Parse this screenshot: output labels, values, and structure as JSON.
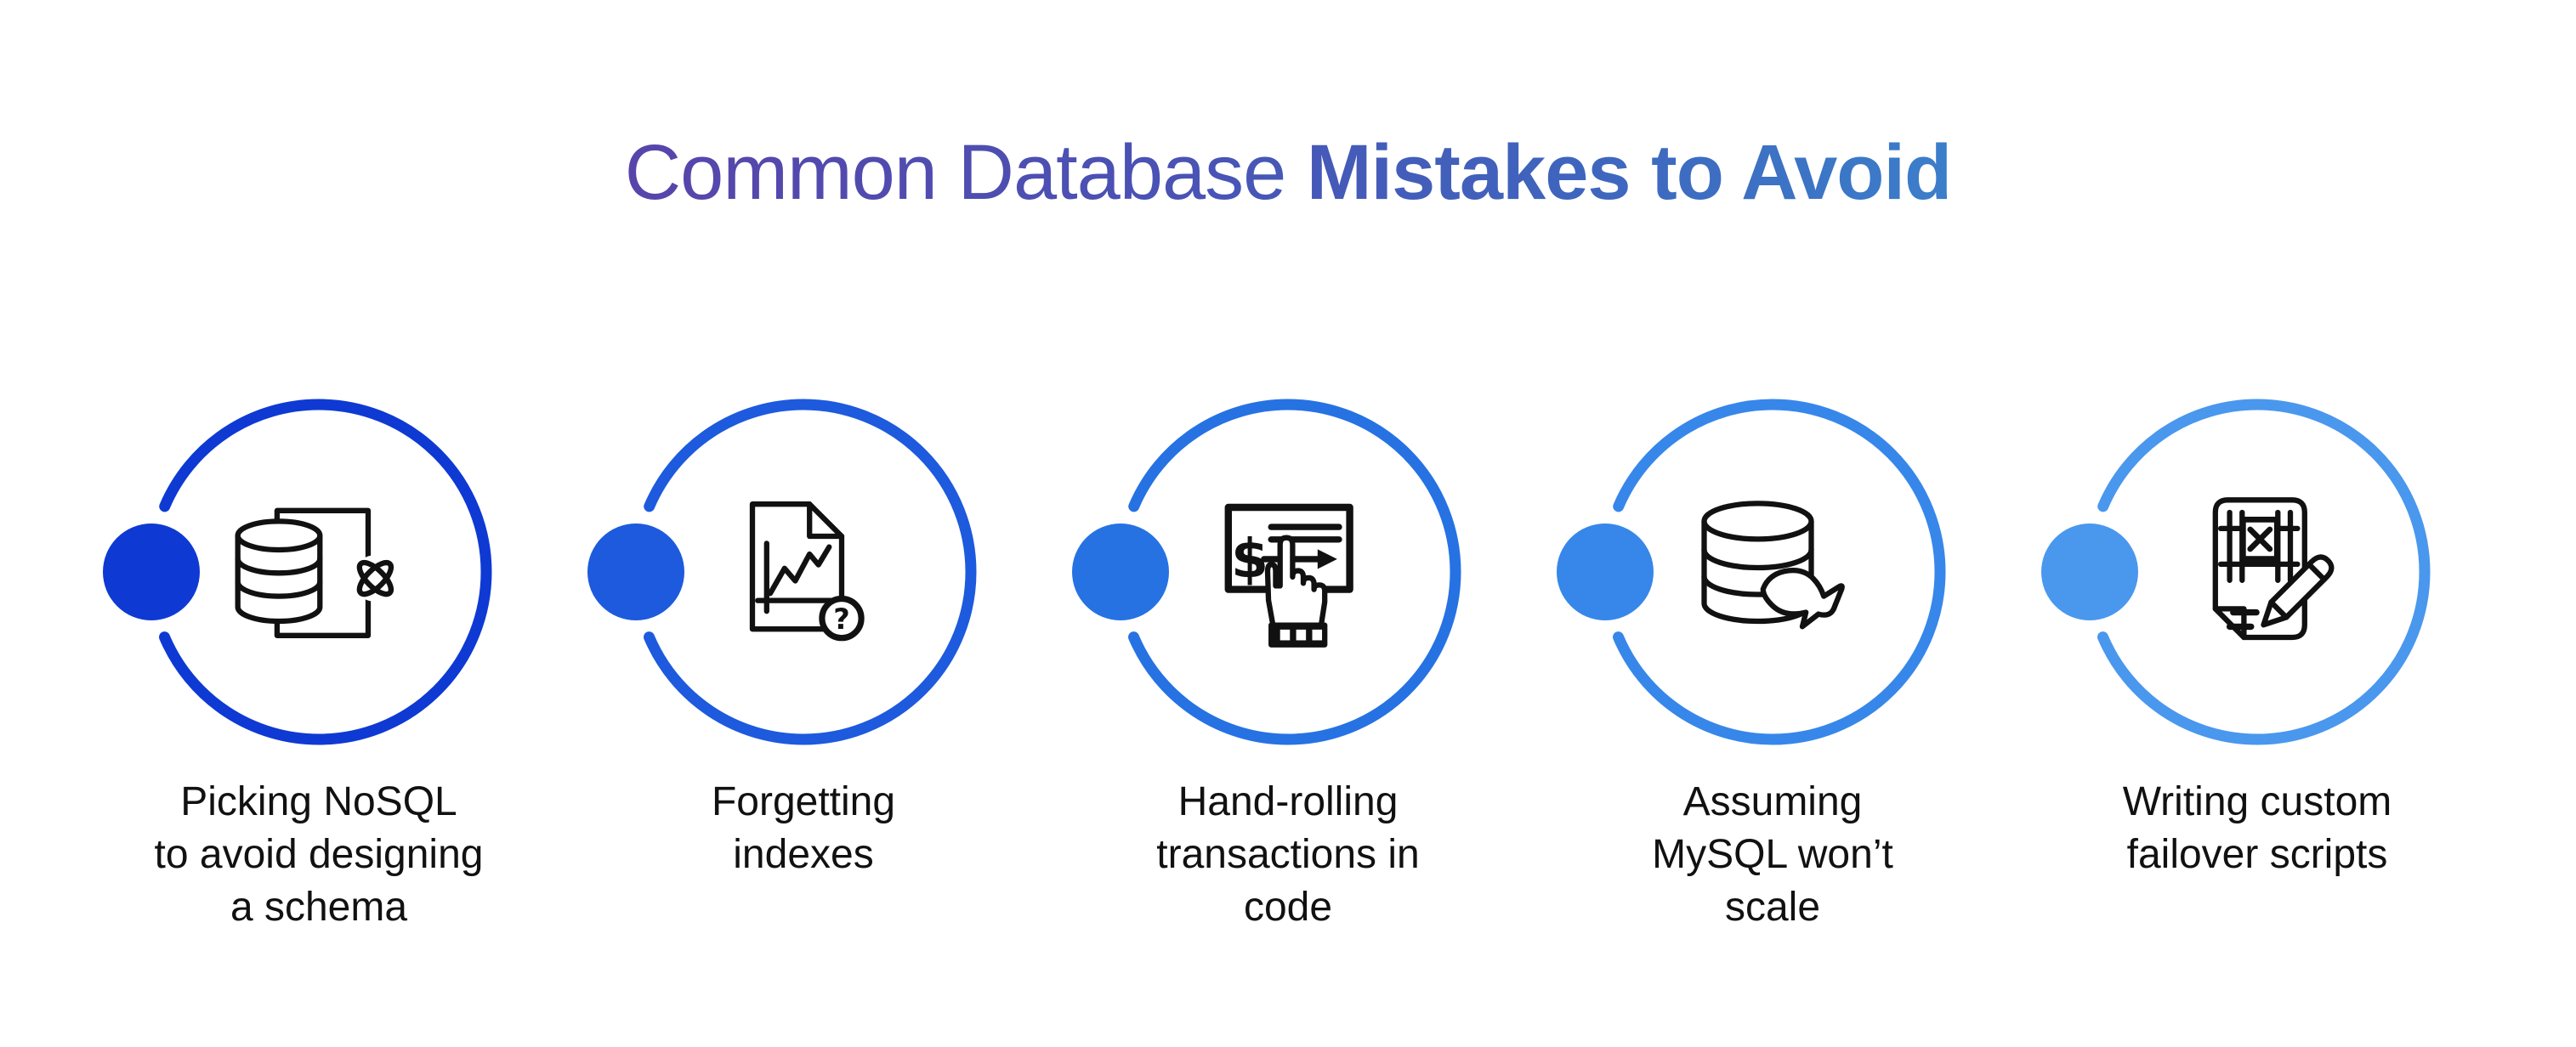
{
  "title": {
    "text_regular": "Common Database",
    "text_bold": "Mistakes to Avoid",
    "gradient_start": "#5B41A7",
    "gradient_mid1": "#4A52B4",
    "gradient_mid2": "#3E66BE",
    "gradient_end": "#3B82CC"
  },
  "items": [
    {
      "label": "Picking NoSQL\nto avoid designing\na schema",
      "color": "#0E3AD3",
      "icon": "database-document-atom-icon"
    },
    {
      "label": "Forgetting\nindexes",
      "color": "#1D5ADD",
      "icon": "report-chart-question-icon"
    },
    {
      "label": "Hand-rolling\ntransactions in\ncode",
      "color": "#2672E3",
      "icon": "check-pointing-hand-icon"
    },
    {
      "label": "Assuming\nMySQL won’t\nscale",
      "color": "#3787EA",
      "icon": "mysql-database-icon"
    },
    {
      "label": "Writing custom\nfailover scripts",
      "color": "#4A97EE",
      "icon": "script-table-pencil-icon"
    }
  ]
}
